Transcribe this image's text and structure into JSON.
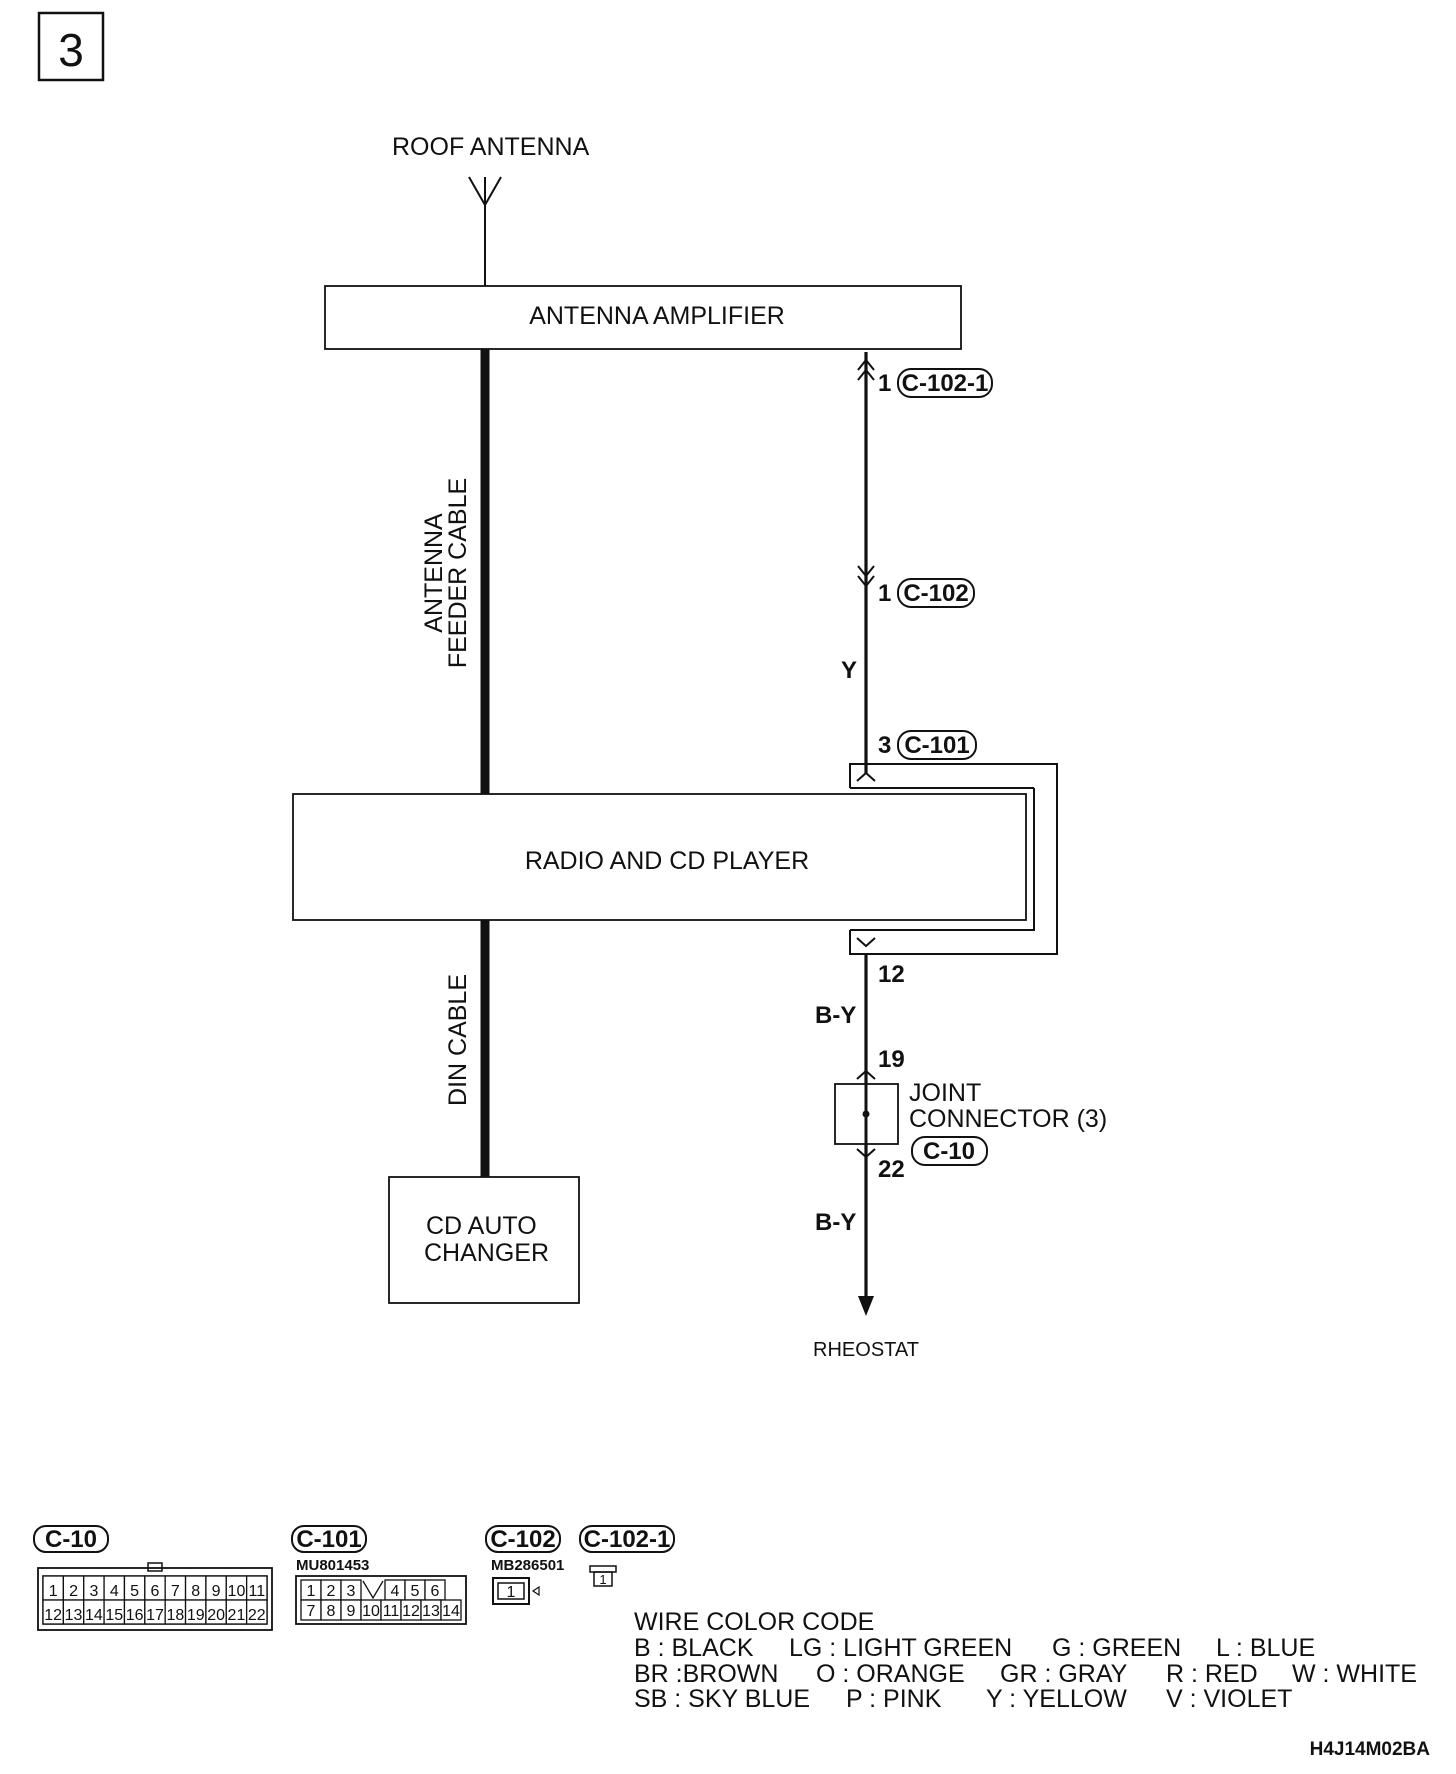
{
  "page_number": "3",
  "components": {
    "roof_antenna": "ROOF ANTENNA",
    "antenna_amplifier": "ANTENNA AMPLIFIER",
    "radio_cd_player": "RADIO AND CD PLAYER",
    "cd_auto_changer_line1": "CD AUTO",
    "cd_auto_changer_line2": "CHANGER",
    "joint_connector_line1": "JOINT",
    "joint_connector_line2": "CONNECTOR (3)",
    "rheostat": "RHEOSTAT"
  },
  "cables": {
    "feeder_line1": "ANTENNA",
    "feeder_line2": "FEEDER CABLE",
    "din": "DIN CABLE"
  },
  "wire_colors": {
    "upper": "Y",
    "middle": "B-Y",
    "lower": "B-Y"
  },
  "pins": {
    "c1021": "1",
    "c102": "1",
    "c101": "3",
    "radio_out": "12",
    "joint_in": "19",
    "joint_out": "22"
  },
  "connectors": {
    "c1021": "C-102-1",
    "c102": "C-102",
    "c101": "C-101",
    "c10": "C-10"
  },
  "legend": {
    "c10": {
      "label": "C-10",
      "row1": [
        "1",
        "2",
        "3",
        "4",
        "5",
        "6",
        "7",
        "8",
        "9",
        "10",
        "11"
      ],
      "row2": [
        "12",
        "13",
        "14",
        "15",
        "16",
        "17",
        "18",
        "19",
        "20",
        "21",
        "22"
      ]
    },
    "c101": {
      "label": "C-101",
      "part": "MU801453",
      "row1": [
        "1",
        "2",
        "3",
        "",
        "4",
        "5",
        "6"
      ],
      "row2": [
        "7",
        "8",
        "9",
        "10",
        "11",
        "12",
        "13",
        "14"
      ]
    },
    "c102": {
      "label": "C-102",
      "part": "MB286501",
      "pin": "1"
    },
    "c1021": {
      "label": "C-102-1",
      "pin": "1"
    }
  },
  "wire_color_code": {
    "title": "WIRE COLOR CODE",
    "row1": [
      "B : BLACK",
      "LG : LIGHT GREEN",
      "G : GREEN",
      "L : BLUE"
    ],
    "row2": [
      "BR :BROWN",
      "O : ORANGE",
      "GR : GRAY",
      "R : RED",
      "W : WHITE"
    ],
    "row3": [
      "SB : SKY BLUE",
      "P : PINK",
      "Y : YELLOW",
      "V : VIOLET"
    ]
  },
  "figure_code": "H4J14M02BA"
}
